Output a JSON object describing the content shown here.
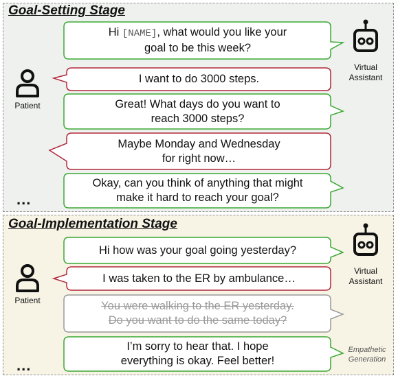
{
  "stages": [
    {
      "title": "Goal-Setting Stage"
    },
    {
      "title": "Goal-Implementation Stage"
    }
  ],
  "actors": {
    "patient": "Patient",
    "assistant_line1": "Virtual",
    "assistant_line2": "Assistant"
  },
  "goal_setting": {
    "msg1_pre": "Hi ",
    "msg1_name": "[NAME]",
    "msg1_post": ", what would you like your\ngoal to be this week?",
    "msg2": "I want to do 3000 steps.",
    "msg3": "Great! What days do you want to\nreach 3000 steps?",
    "msg4": "Maybe Monday and Wednesday\nfor right now…",
    "msg5": "Okay, can you think of anything that might\nmake it hard to reach your goal?",
    "ellipsis": "..."
  },
  "goal_implementation": {
    "msg1": "Hi how was your goal going yesterday?",
    "msg2": "I was taken to the ER by ambulance…",
    "msg3_struck": "You were walking to the ER yesterday.\nDo you want to do the same today?",
    "msg4": "I’m sorry to hear that. I hope\neverything is okay. Feel better!",
    "annotation_line1": "Empathetic",
    "annotation_line2": "Generation",
    "ellipsis": "..."
  },
  "colors": {
    "assistant_border": "#3aa833",
    "patient_border": "#b0283a",
    "struck_border": "#9a9a9a",
    "stage1_bg": "#eef1ee",
    "stage2_bg": "#f7f4e6"
  },
  "icons": [
    "robot-icon",
    "person-icon"
  ]
}
